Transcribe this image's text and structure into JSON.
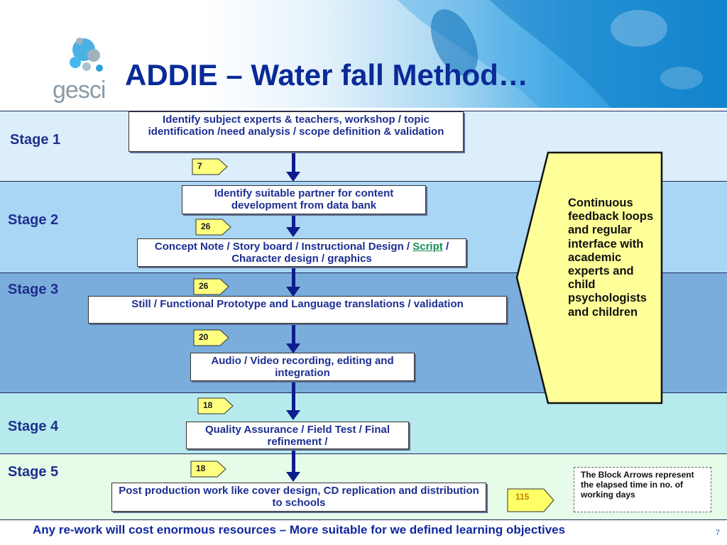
{
  "title": "ADDIE – Water fall Method…",
  "logo_text": "gesci",
  "stages": [
    {
      "label": "Stage 1"
    },
    {
      "label": "Stage 2"
    },
    {
      "label": "Stage 3"
    },
    {
      "label": "Stage 4"
    },
    {
      "label": "Stage 5"
    }
  ],
  "steps": {
    "s1": "Identify subject experts & teachers, workshop / topic identification /need analysis / scope definition & validation",
    "s2": "Identify suitable partner for content development from data bank",
    "s3_prefix": "Concept Note / Story board / Instructional Design /",
    "s3_link": "Script",
    "s3_suffix": "/ Character design / graphics",
    "s4": "Still / Functional Prototype and Language translations / validation",
    "s5": "Audio / Video recording, editing and integration",
    "s6": "Quality Assurance / Field Test / Final refinement /",
    "s7": "Post production work like cover design, CD replication and distribution to schools"
  },
  "durations": [
    "7",
    "26",
    "26",
    "20",
    "18",
    "18"
  ],
  "total_duration": "115",
  "feedback": "Continuous feedback loops and regular interface with academic experts and child psychologists and children",
  "note": "The Block Arrows represent the elapsed time in no. of working days",
  "footer": "Any re-work will cost enormous resources – More suitable for we defined learning objectives",
  "page_number": "7",
  "colors": {
    "title": "#0a2a97",
    "stage1_bg": "#dbeefa",
    "stage2_bg": "#a9d6f4",
    "stage3_bg": "#7aacdc",
    "stage4_bg": "#b6eaed",
    "stage5_bg": "#e6fbe8",
    "tag": "#ffff80",
    "feedback": "#ffff99",
    "arrow": "#0d1d8c"
  }
}
